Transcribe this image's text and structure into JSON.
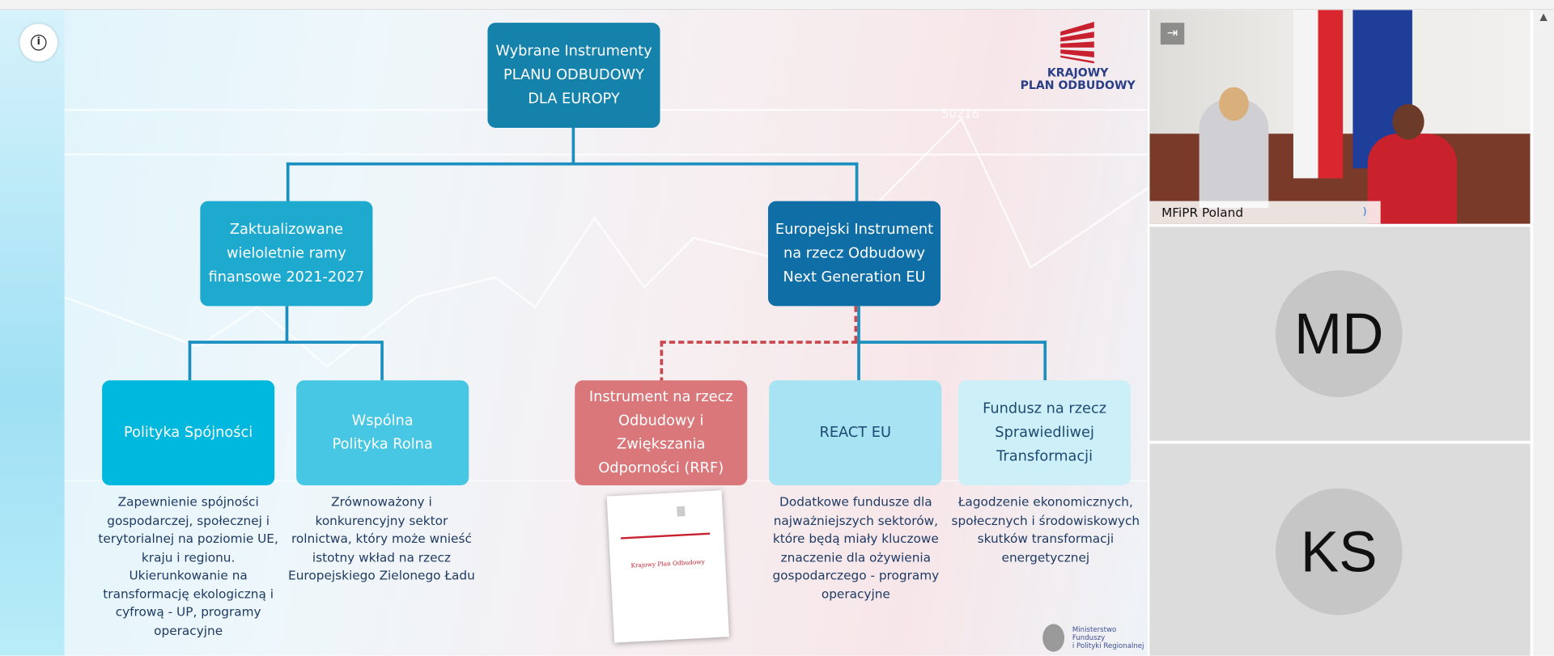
{
  "slide": {
    "root": "Wybrane Instrumenty PLANU ODBUDOWY DLA EUROPY",
    "level1": [
      {
        "label": "Zaktualizowane wieloletnie ramy finansowe 2021-2027"
      },
      {
        "label": "Europejski Instrument na rzecz Odbudowy Next Generation EU"
      }
    ],
    "level2": [
      {
        "label": "Polityka Spójności",
        "desc": "Zapewnienie  spójności gospodarczej, społecznej i terytorialnej na poziomie UE, kraju i regionu. Ukierunkowanie na transformację ekologiczną i cyfrową - UP, programy operacyjne",
        "color": "#00b7dd"
      },
      {
        "label": "Wspólna Polityka Rolna",
        "desc": "Zrównoważony i konkurencyjny sektor rolnictwa, który może wnieść istotny wkład na rzecz Europejskiego Zielonego Ładu",
        "color": "#47c7e4"
      },
      {
        "label": "Instrument na rzecz Odbudowy i Zwiększania Odporności (RRF)",
        "desc": "",
        "color": "#d9777a"
      },
      {
        "label": "REACT EU",
        "desc": "Dodatkowe fundusze dla najważniejszych sektorów, które będą miały kluczowe znaczenie dla ożywienia gospodarczego - programy operacyjne",
        "color": "#a7e3f2"
      },
      {
        "label": "Fundusz na rzecz Sprawiedliwej Transformacji",
        "desc": "Łagodzenie ekonomicznych, społecznych i środowiskowych skutków transformacji energetycznej",
        "color": "#cdeff8"
      }
    ],
    "logo_line1": "KRAJOWY",
    "logo_line2": "PLAN ODBUDOWY",
    "document_title": "Krajowy Plan Odbudowy",
    "ministry": [
      "Ministerstwo",
      "Funduszy",
      "i Polityki Regionalnej"
    ],
    "bg_number": "50216"
  },
  "participants": [
    {
      "name": "MFiPR Poland",
      "type": "video"
    },
    {
      "initials": "MD"
    },
    {
      "initials": "KS"
    }
  ],
  "colors": {
    "root": "#1482aa",
    "level1_left": "#1ea9cf",
    "level1_right": "#0e6ea5",
    "connector": "#1a8fc0",
    "dotted": "#c8474c"
  }
}
